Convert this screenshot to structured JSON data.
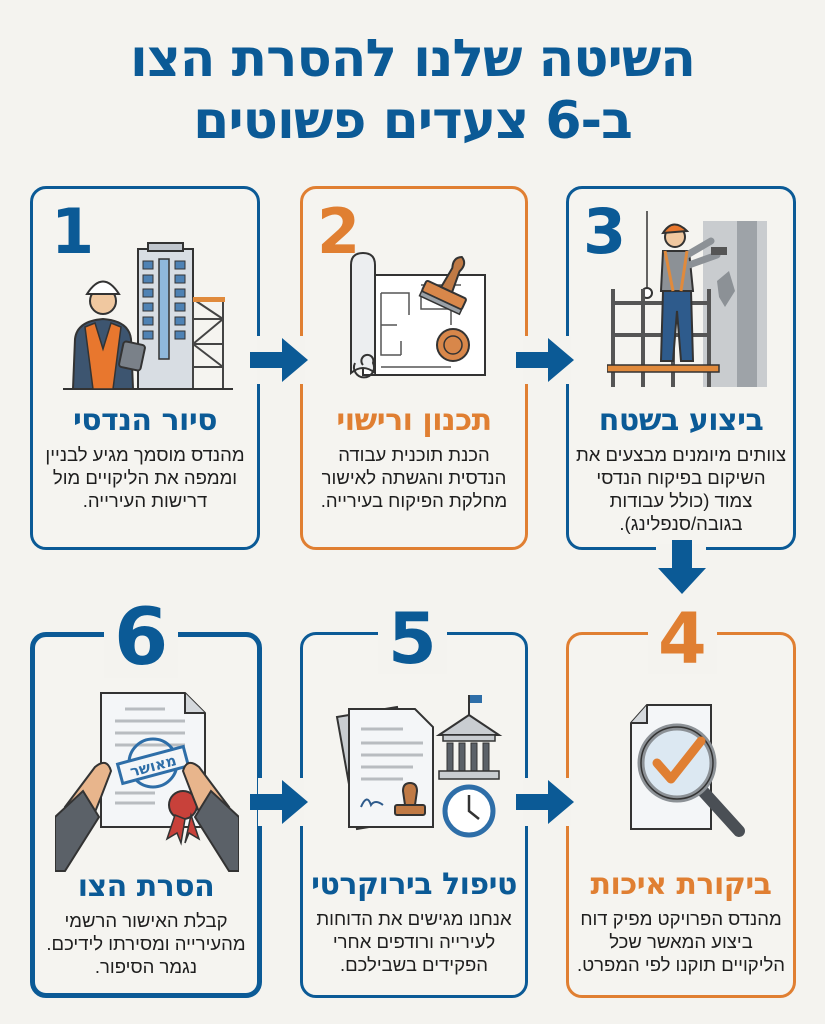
{
  "header": {
    "title_line1": "השיטה שלנו להסרת הצו",
    "title_line2": "ב-6 צעדים פשוטים"
  },
  "colors": {
    "primary_blue": "#0b5a96",
    "accent_orange": "#e07f32",
    "background": "#f4f3ef"
  },
  "steps": [
    {
      "number": "1",
      "title": "סיור הנדסי",
      "description": "מהנדס מוסמך מגיע לבניין וממפה את הליקויים מול דרישות העירייה.",
      "icon": "engineer-building-icon",
      "color": "blue"
    },
    {
      "number": "2",
      "title": "תכנון ורישוי",
      "description": "הכנת תוכנית עבודה הנדסית והגשתה לאישור מחלקת הפיקוח בעירייה.",
      "icon": "blueprint-stamp-icon",
      "color": "orange"
    },
    {
      "number": "3",
      "title": "ביצוע בשטח",
      "description": "צוותים מיומנים מבצעים את השיקום בפיקוח הנדסי צמוד (כולל עבודות בגובה/סנפלינג).",
      "icon": "worker-scaffold-icon",
      "color": "blue"
    },
    {
      "number": "4",
      "title": "ביקורת איכות",
      "description": "מהנדס הפרויקט מפיק דוח ביצוע המאשר שכל הליקויים תוקנו לפי המפרט.",
      "icon": "magnifier-check-icon",
      "color": "orange"
    },
    {
      "number": "5",
      "title": "טיפול בירוקרטי",
      "description": "אנחנו מגישים את הדוחות לעירייה ורודפים אחרי הפקידים בשבילכם.",
      "icon": "documents-municipality-clock-icon",
      "color": "blue"
    },
    {
      "number": "6",
      "title": "הסרת הצו",
      "description": "קבלת האישור הרשמי מהעירייה ומסירתו לידיכם. נגמר הסיפור.",
      "icon": "approved-certificate-icon",
      "stamp_text": "מאושר",
      "color": "blue"
    }
  ]
}
